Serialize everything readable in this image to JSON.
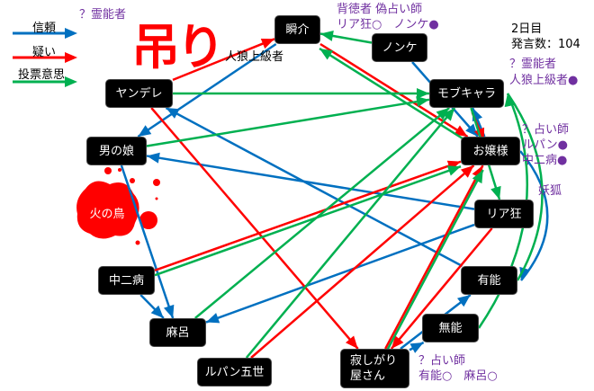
{
  "legend": [
    {
      "label": "信頼",
      "color": "#0070c0"
    },
    {
      "label": "疑い",
      "color": "#ff0000"
    },
    {
      "label": "投票意思",
      "color": "#00b050"
    }
  ],
  "hanged_label": "吊り",
  "day_info": {
    "day": "2日目",
    "remarks": "発言数：104"
  },
  "nodes": {
    "shunsuke": "瞬介",
    "nonke": "ノンケ",
    "yandere": "ヤンデレ",
    "mobchara": "モブキャラ",
    "otokonoko": "男の娘",
    "ojousama": "お嬢様",
    "hinotori": "火の鳥",
    "riakyou": "リア狂",
    "chuunibyou": "中二病",
    "yuunou": "有能",
    "maro": "麻呂",
    "munou": "無能",
    "lupin": "ルパン五世",
    "sabishigari": "寂しがり\n屋さん"
  },
  "annotations": {
    "yandere_role": "？霊能者",
    "yandere_claim": "人狼上級者",
    "shunsuke_role1": "背徳者 偽占い師",
    "shunsuke_role2": "リア狂○　ノンケ●",
    "mob_role1": "？霊能者",
    "mob_role2": "人狼上級者●",
    "ojou_role1": "？占い師",
    "ojou_role2": "ルパン●",
    "ojou_role3": "中二病●",
    "ria_role": "妖狐",
    "sabi_role1": "？占い師",
    "sabi_role2": "有能○　麻呂○"
  },
  "edges": [
    {
      "from": "shunsuke",
      "to": "otokonoko",
      "type": "trust"
    },
    {
      "from": "nonke",
      "to": "ojousama",
      "type": "trust"
    },
    {
      "from": "ojousama",
      "to": "mobchara",
      "type": "trust"
    },
    {
      "from": "riakyou",
      "to": "otokonoko",
      "type": "trust"
    },
    {
      "from": "yuunou",
      "to": "yandere",
      "type": "trust"
    },
    {
      "from": "riakyou",
      "to": "maro",
      "type": "trust"
    },
    {
      "from": "otokonoko",
      "to": "maro",
      "type": "trust"
    },
    {
      "from": "chuunibyou",
      "to": "maro",
      "type": "trust"
    },
    {
      "from": "sabishigari",
      "to": "yuunou",
      "type": "trust"
    },
    {
      "from": "sabishigari",
      "to": "munou",
      "type": "trust"
    },
    {
      "from": "ojousama",
      "to": "yuunou",
      "type": "trust",
      "curve": true
    },
    {
      "from": "yandere",
      "to": "shunsuke",
      "type": "doubt"
    },
    {
      "from": "yandere",
      "to": "sabishigari",
      "type": "doubt"
    },
    {
      "from": "shunsuke",
      "to": "ojousama",
      "type": "doubt"
    },
    {
      "from": "mobchara",
      "to": "ojousama",
      "type": "doubt"
    },
    {
      "from": "chuunibyou",
      "to": "ojousama",
      "type": "doubt"
    },
    {
      "from": "lupin",
      "to": "ojousama",
      "type": "doubt"
    },
    {
      "from": "riakyou",
      "to": "sabishigari",
      "type": "doubt"
    },
    {
      "from": "sabishigari",
      "to": "ojousama",
      "type": "doubt"
    },
    {
      "from": "nonke",
      "to": "shunsuke",
      "type": "vote"
    },
    {
      "from": "ojousama",
      "to": "shunsuke",
      "type": "vote"
    },
    {
      "from": "yandere",
      "to": "mobchara",
      "type": "vote"
    },
    {
      "from": "otokonoko",
      "to": "mobchara",
      "type": "vote"
    },
    {
      "from": "maro",
      "to": "mobchara",
      "type": "vote"
    },
    {
      "from": "lupin",
      "to": "mobchara",
      "type": "vote"
    },
    {
      "from": "chuunibyou",
      "to": "ojousama",
      "type": "vote"
    },
    {
      "from": "sabishigari",
      "to": "ojousama",
      "type": "vote"
    },
    {
      "from": "mobchara",
      "to": "riakyou",
      "type": "vote"
    },
    {
      "from": "munou",
      "to": "mobchara",
      "type": "vote",
      "curve": true
    },
    {
      "from": "yuunou",
      "to": "mobchara",
      "type": "vote",
      "curve": true
    }
  ],
  "colors": {
    "trust": "#0070c0",
    "doubt": "#ff0000",
    "vote": "#00b050",
    "annotation": "#7030a0"
  }
}
